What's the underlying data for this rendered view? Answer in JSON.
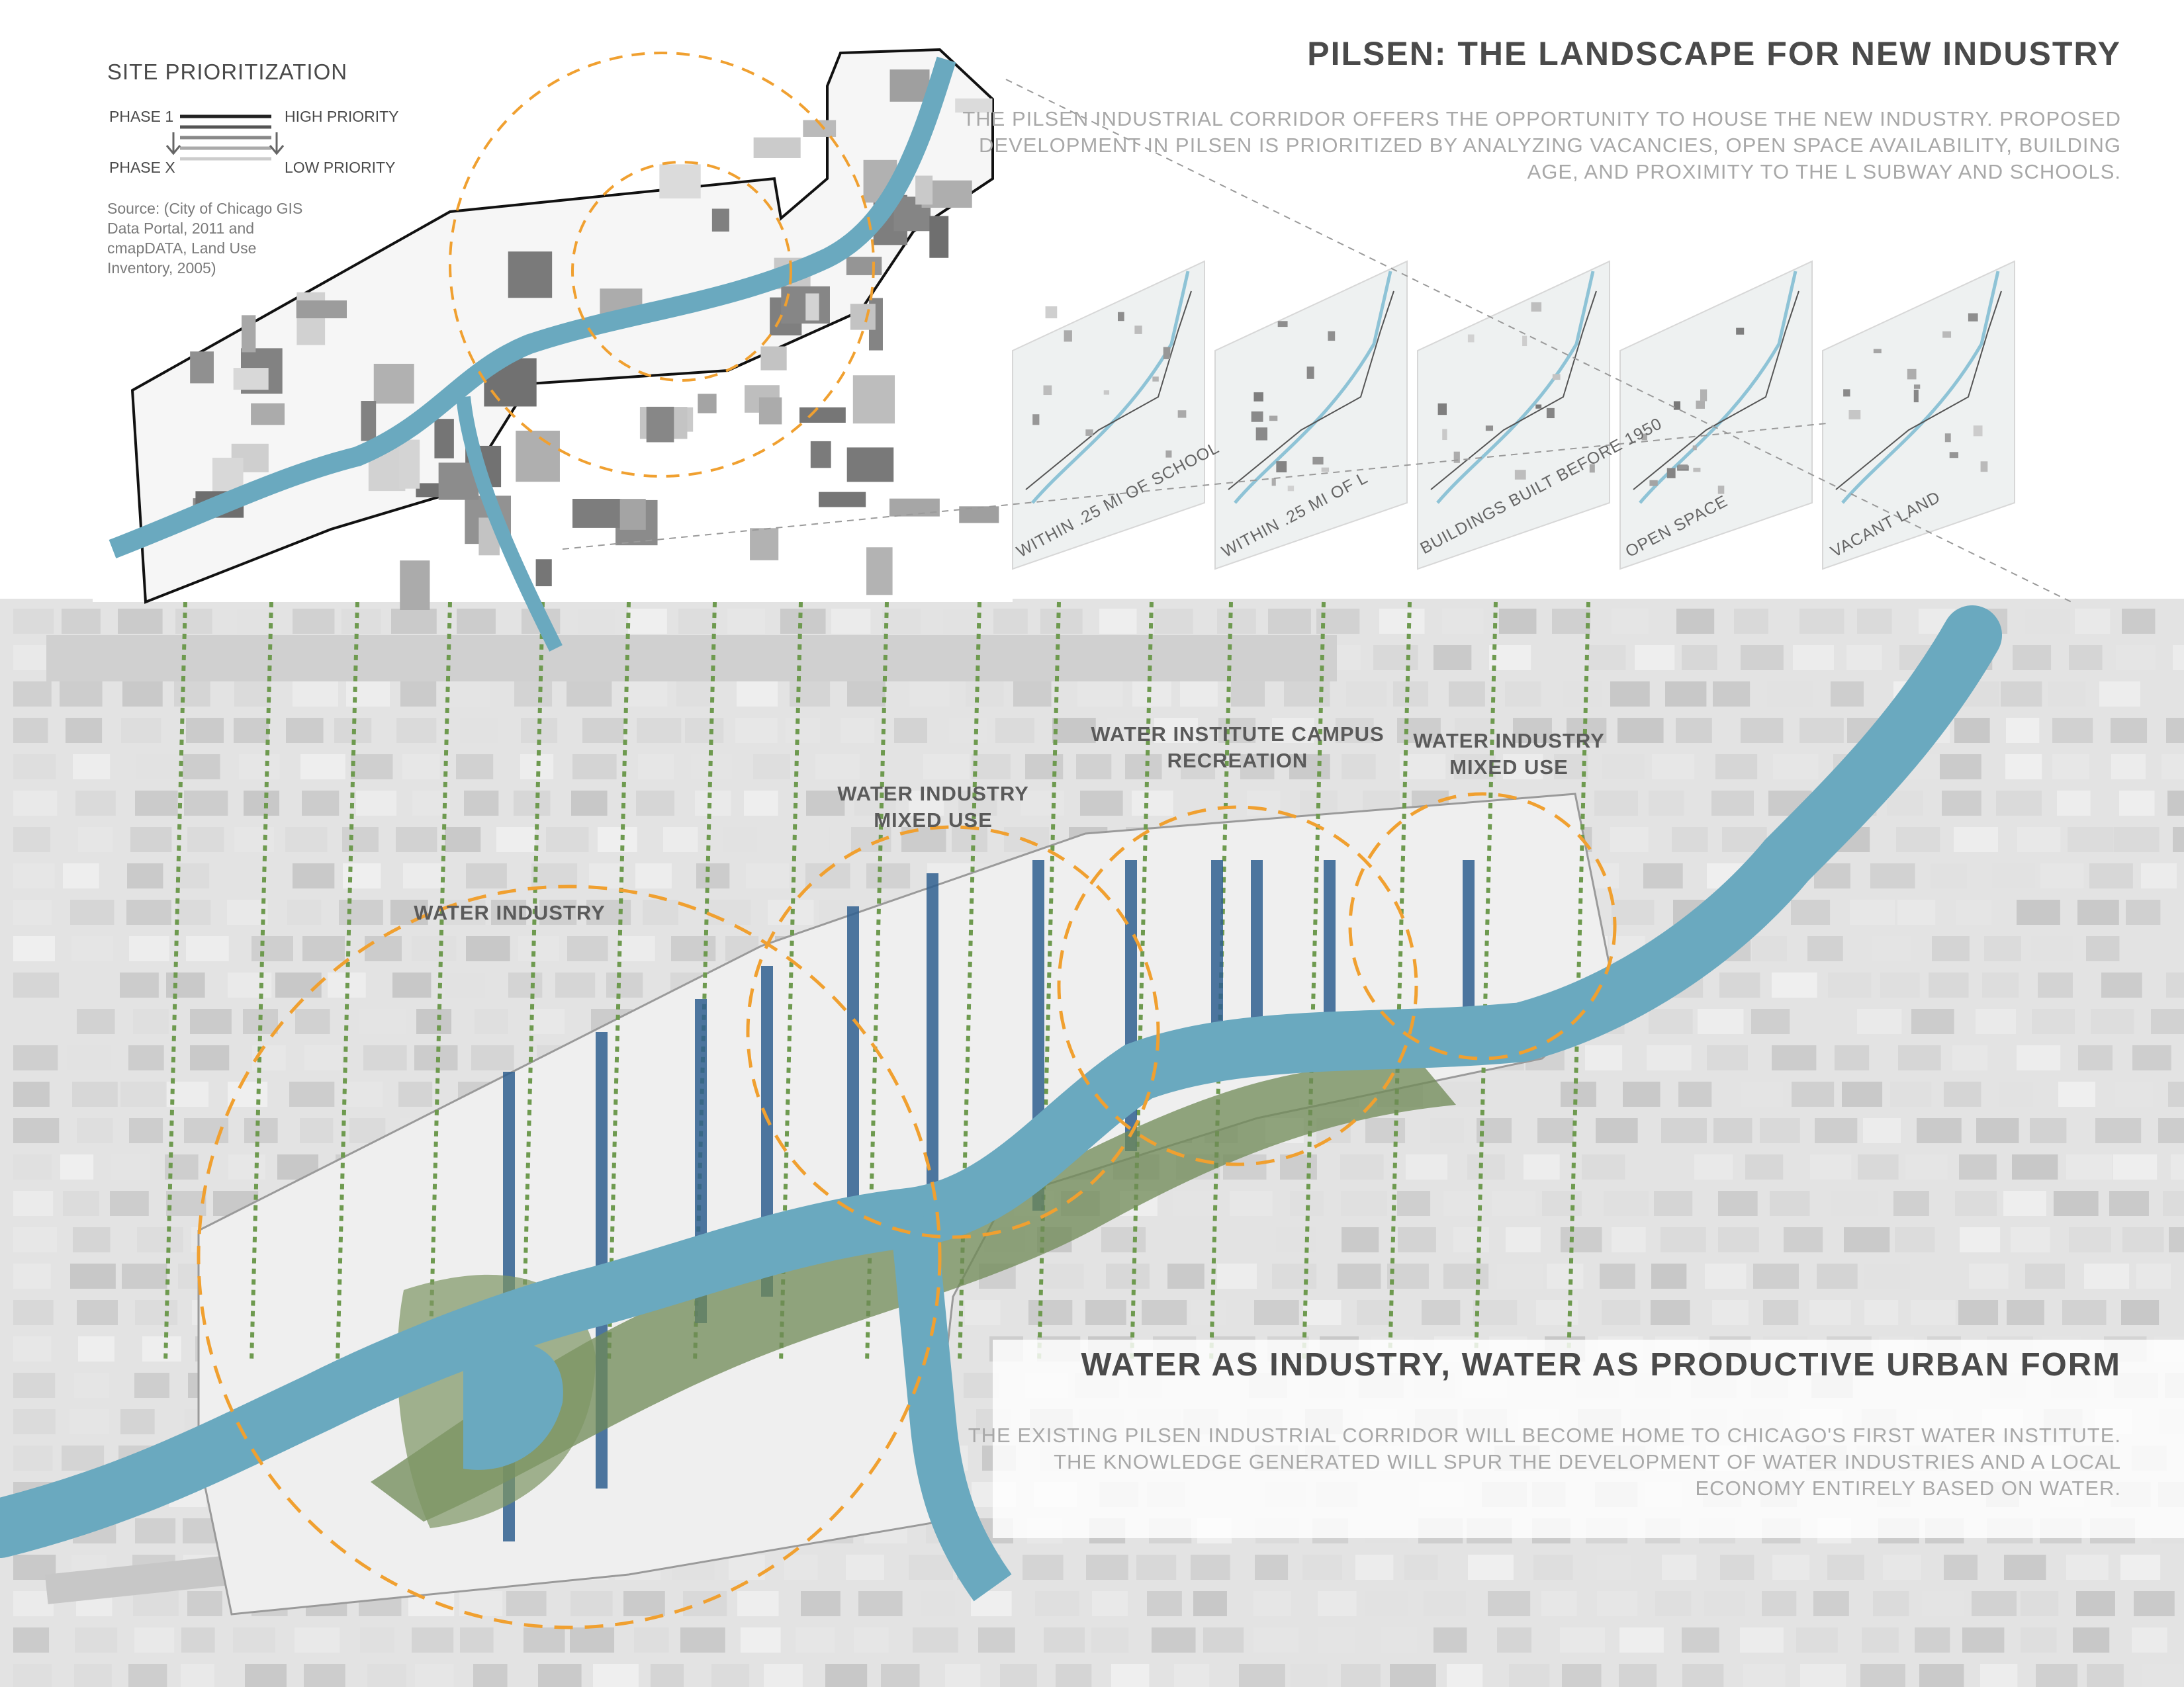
{
  "title": "PILSEN: THE LANDSCAPE FOR NEW INDUSTRY",
  "intro": "THE PILSEN INDUSTRIAL CORRIDOR OFFERS THE OPPORTUNITY TO HOUSE THE NEW INDUSTRY. PROPOSED DEVELOPMENT IN PILSEN IS PRIORITIZED BY ANALYZING VACANCIES, OPEN SPACE AVAILABILITY, BUILDING AGE, AND PROXIMITY TO THE L SUBWAY AND SCHOOLS.",
  "legend": {
    "title": "SITE PRIORITIZATION",
    "phase_1": "PHASE 1",
    "phase_x": "PHASE X",
    "high": "HIGH PRIORITY",
    "low": "LOW PRIORITY",
    "source": "Source: (City of Chicago GIS Data Portal, 2011 and cmapDATA, Land Use Inventory, 2005)"
  },
  "analysis_layers": [
    {
      "label": "WITHIN .25 MI OF SCHOOL"
    },
    {
      "label": "WITHIN .25 MI OF L"
    },
    {
      "label": "BUILDINGS BUILT BEFORE 1950"
    },
    {
      "label": "OPEN SPACE"
    },
    {
      "label": "VACANT LAND"
    }
  ],
  "zones": {
    "water_industry": "WATER INDUSTRY",
    "mixed_use_a_1": "WATER INDUSTRY",
    "mixed_use_a_2": "MIXED USE",
    "campus_1": "WATER INSTITUTE CAMPUS",
    "campus_2": "RECREATION",
    "mixed_use_b_1": "WATER INDUSTRY",
    "mixed_use_b_2": "MIXED USE"
  },
  "subtitle": "WATER AS INDUSTRY, WATER AS PRODUCTIVE URBAN FORM",
  "body": "THE EXISTING PILSEN INDUSTRIAL CORRIDOR WILL BECOME HOME TO CHICAGO'S FIRST WATER INSTITUTE. THE KNOWLEDGE GENERATED WILL SPUR THE DEVELOPMENT OF WATER INDUSTRIES AND A LOCAL ECONOMY ENTIRELY BASED ON WATER.",
  "colors": {
    "water": "#6aa9bf",
    "canal": "#2f5f8f",
    "circle": "#f0a030",
    "vegetation": "#5f7a4a",
    "base_gray": "#d9d9d9"
  }
}
